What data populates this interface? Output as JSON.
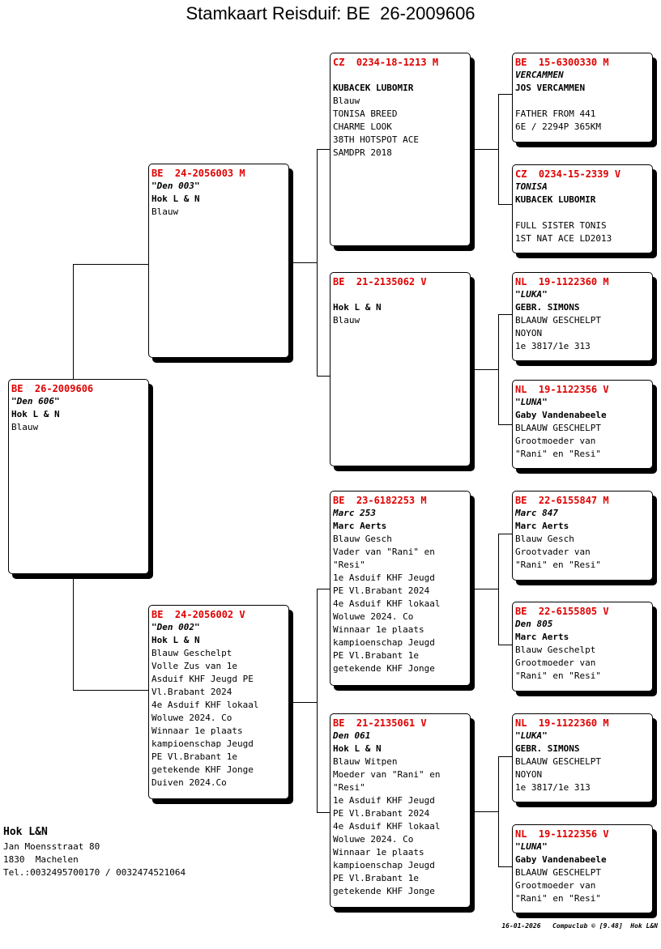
{
  "title": "Stamkaart Reisduif: BE  26-2009606",
  "pigeons": {
    "subject": {
      "ring": "BE  26-2009606",
      "nick": "\"Den 606\"",
      "owner": "Hok L & N",
      "lines": [
        "Blauw"
      ]
    },
    "father": {
      "ring": "BE  24-2056003 M",
      "nick": "\"Den 003\"",
      "owner": "Hok L & N",
      "lines": [
        "Blauw"
      ]
    },
    "mother": {
      "ring": "BE  24-2056002 V",
      "nick": "\"Den 002\"",
      "owner": "Hok L & N",
      "lines": [
        "Blauw Geschelpt",
        "Volle Zus van 1e",
        "Asduif KHF Jeugd PE",
        "Vl.Brabant 2024",
        "4e Asduif KHF lokaal",
        "Woluwe 2024. Co",
        "Winnaar 1e plaats",
        "kampioenschap Jeugd",
        "PE Vl.Brabant 1e",
        "getekende KHF Jonge",
        "Duiven 2024.Co"
      ]
    },
    "ff": {
      "ring": "CZ  0234-18-1213 M",
      "nick": "",
      "owner": "KUBACEK LUBOMIR",
      "lines": [
        "Blauw",
        "TONISA BREED",
        "CHARME LOOK",
        "38TH HOTSPOT ACE",
        "SAMDPR 2018"
      ]
    },
    "fm": {
      "ring": "BE  21-2135062 V",
      "nick": "",
      "owner": "Hok L & N",
      "lines": [
        "Blauw"
      ]
    },
    "mf": {
      "ring": "BE  23-6182253 M",
      "nick": "Marc 253",
      "owner": "Marc Aerts",
      "lines": [
        "Blauw Gesch",
        "Vader van \"Rani\" en",
        "\"Resi\"",
        "1e Asduif KHF Jeugd",
        "PE Vl.Brabant 2024",
        "4e Asduif KHF lokaal",
        "Woluwe 2024. Co",
        "Winnaar 1e plaats",
        "kampioenschap Jeugd",
        "PE Vl.Brabant 1e",
        "getekende KHF Jonge"
      ]
    },
    "mm": {
      "ring": "BE  21-2135061 V",
      "nick": "Den 061",
      "owner": "Hok L & N",
      "lines": [
        "Blauw Witpen",
        "Moeder van \"Rani\" en",
        "\"Resi\"",
        "1e Asduif KHF Jeugd",
        "PE Vl.Brabant 2024",
        "4e Asduif KHF lokaal",
        "Woluwe 2024. Co",
        "Winnaar 1e plaats",
        "kampioenschap Jeugd",
        "PE Vl.Brabant 1e",
        "getekende KHF Jonge"
      ]
    },
    "fff": {
      "ring": "BE  15-6300330 M",
      "nick": "VERCAMMEN",
      "owner": "JOS VERCAMMEN",
      "lines": [
        "",
        "FATHER FROM 441",
        "6E / 2294P 365KM"
      ]
    },
    "ffm": {
      "ring": "CZ  0234-15-2339 V",
      "nick": "TONISA",
      "owner": "KUBACEK LUBOMIR",
      "lines": [
        "",
        "FULL SISTER TONIS",
        "1ST NAT ACE LD2013"
      ]
    },
    "fmf": {
      "ring": "NL  19-1122360 M",
      "nick": "\"LUKA\"",
      "owner": "GEBR. SIMONS",
      "lines": [
        "BLAAUW GESCHELPT",
        "NOYON",
        "1e 3817/1e 313"
      ]
    },
    "fmm": {
      "ring": "NL  19-1122356 V",
      "nick": "\"LUNA\"",
      "owner": "Gaby Vandenabeele",
      "lines": [
        "BLAAUW GESCHELPT",
        "Grootmoeder van",
        "\"Rani\" en \"Resi\""
      ]
    },
    "mff": {
      "ring": "BE  22-6155847 M",
      "nick": "Marc 847",
      "owner": "Marc Aerts",
      "lines": [
        "Blauw Gesch",
        "Grootvader van",
        "\"Rani\" en \"Resi\""
      ]
    },
    "mfm": {
      "ring": "BE  22-6155805 V",
      "nick": "Den 805",
      "owner": "Marc Aerts",
      "lines": [
        "Blauw Geschelpt",
        "Grootmoeder van",
        "\"Rani\" en \"Resi\""
      ]
    },
    "mmf": {
      "ring": "NL  19-1122360 M",
      "nick": "\"LUKA\"",
      "owner": "GEBR. SIMONS",
      "lines": [
        "BLAAUW GESCHELPT",
        "NOYON",
        "1e 3817/1e 313"
      ]
    },
    "mmm": {
      "ring": "NL  19-1122356 V",
      "nick": "\"LUNA\"",
      "owner": "Gaby Vandenabeele",
      "lines": [
        "BLAAUW GESCHELPT",
        "Grootmoeder van",
        "\"Rani\" en \"Resi\""
      ]
    }
  },
  "owner_block": {
    "name": "Hok L&N",
    "address": "Jan Moensstraat 80",
    "city": "1830  Machelen",
    "phone": "Tel.:0032495700170 / 0032474521064"
  },
  "footer": "16-01-2026   Compuclub © [9.48]  Hok L&N",
  "colors": {
    "ring": "#e00000"
  }
}
